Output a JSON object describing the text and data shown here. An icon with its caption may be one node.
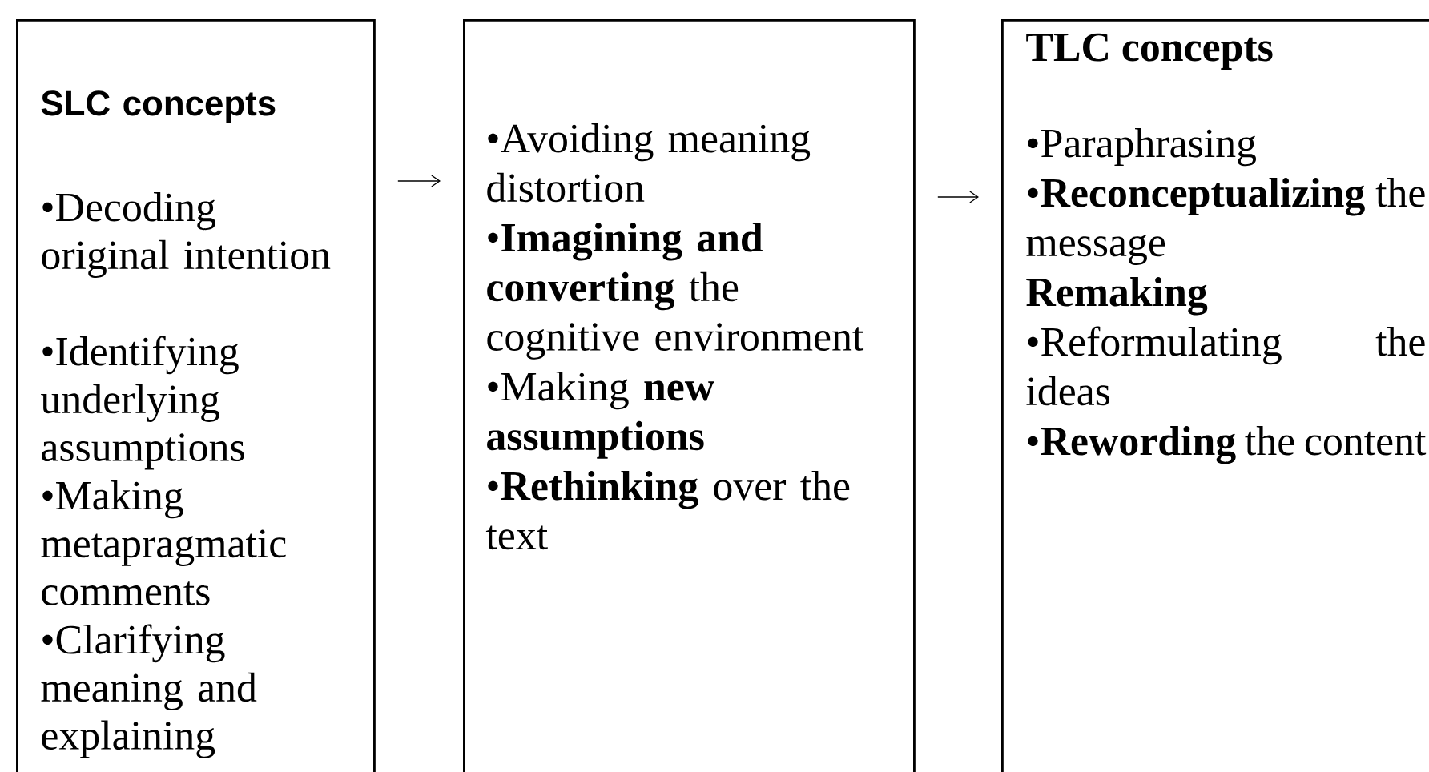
{
  "diagram": {
    "nodes": [
      {
        "text": [
          "SLC concepts",
          "•Decoding original intention",
          "•Identifying underlying assumptions",
          "•Making metapragmatic comments",
          "•Clarifying meaning and explaining"
        ]
      },
      {
        "text": [
          "•Avoiding meaning distortion",
          "•**Imagining and converting** the cognitive environment",
          "•Making **new assumptions**",
          "•**Rethinking** over the text"
        ]
      },
      {
        "text": [
          "TLC concepts",
          "•Paraphrasing",
          "•**Reconceptualizing** the message",
          "Remaking",
          "•Reformulating the ideas",
          "•**Rewording** the content"
        ]
      }
    ],
    "edges": [
      {
        "from": 0,
        "to": 1,
        "arrow": "to"
      },
      {
        "from": 1,
        "to": 2,
        "arrow": "to"
      }
    ]
  }
}
